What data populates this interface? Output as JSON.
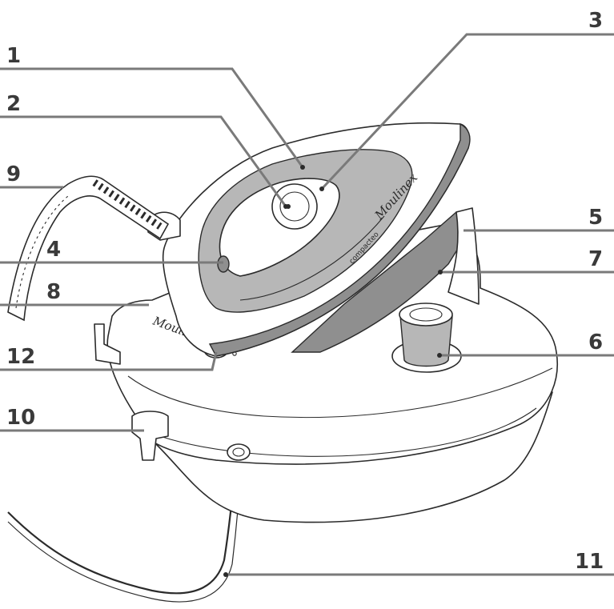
{
  "callouts": [
    {
      "num": "1"
    },
    {
      "num": "2"
    },
    {
      "num": "3"
    },
    {
      "num": "4"
    },
    {
      "num": "5"
    },
    {
      "num": "6"
    },
    {
      "num": "7"
    },
    {
      "num": "8"
    },
    {
      "num": "9"
    },
    {
      "num": "10"
    },
    {
      "num": "11"
    },
    {
      "num": "12"
    }
  ],
  "product": {
    "brand_iron": "Moulinex",
    "brand_base": "Moulinex",
    "model": "compacteo"
  },
  "colors": {
    "leader": "#7a7a7a",
    "accent_grey": "#b7b7b7",
    "outline": "#2b2b2b",
    "label": "#3a3a3a"
  }
}
